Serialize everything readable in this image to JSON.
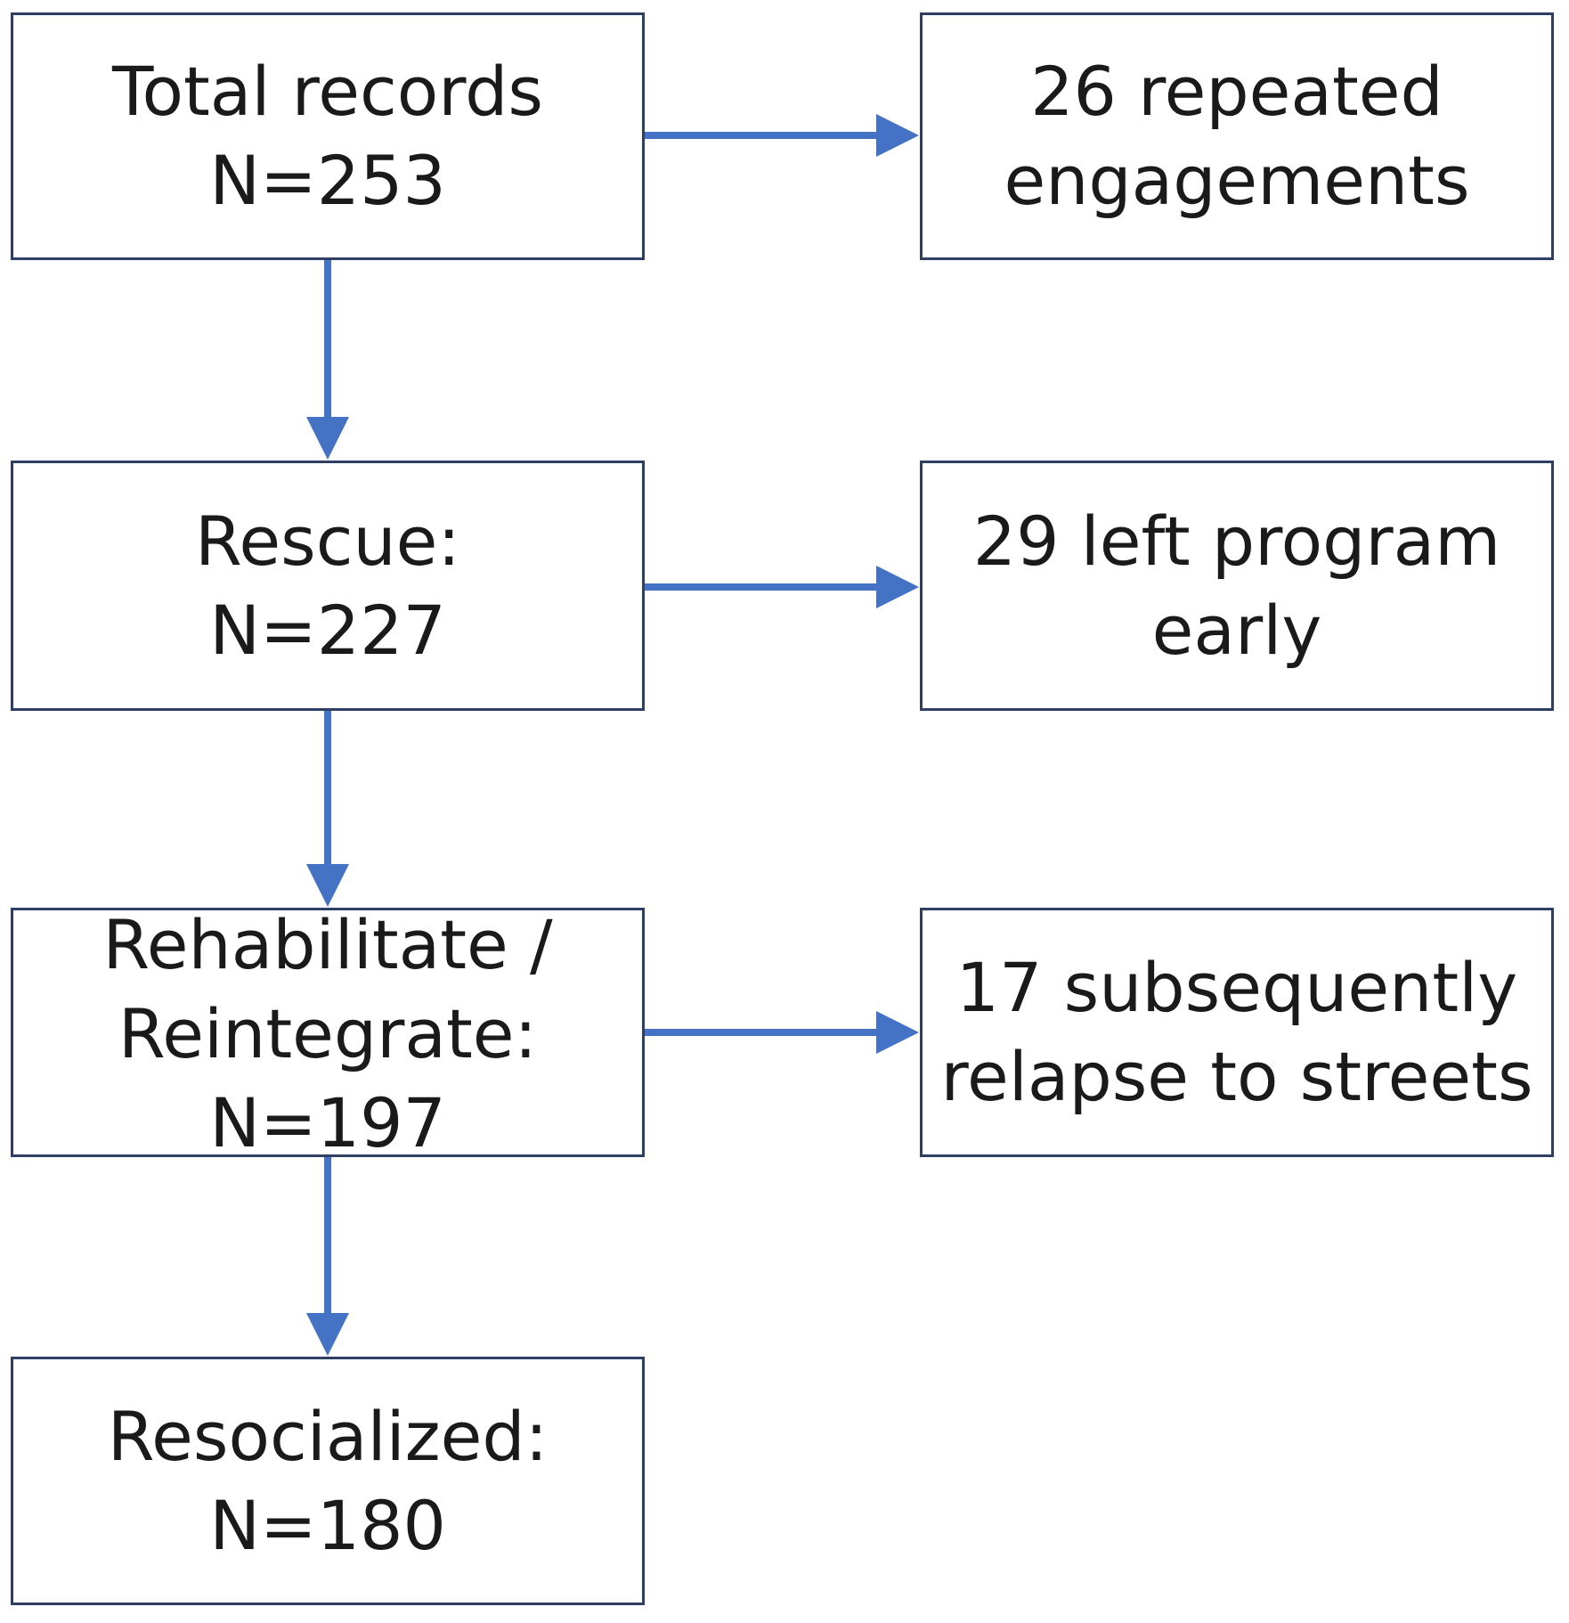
{
  "diagram": {
    "accent_color": "#4472c4",
    "border_color": "#2f3f63",
    "nodes": {
      "total_records": {
        "line1": "Total records",
        "line2": "N=253"
      },
      "repeated_engagements": {
        "line1": "26 repeated",
        "line2": "engagements"
      },
      "rescue": {
        "line1": "Rescue:",
        "line2": "N=227"
      },
      "left_program": {
        "line1": "29 left program",
        "line2": "early"
      },
      "rehabilitate": {
        "line1": "Rehabilitate /",
        "line2": "Reintegrate:",
        "line3": "N=197"
      },
      "relapse": {
        "line1": "17 subsequently",
        "line2": "relapse to streets"
      },
      "resocialized": {
        "line1": "Resocialized:",
        "line2": "N=180"
      }
    },
    "edges": [
      {
        "from": "total_records",
        "to": "repeated_engagements"
      },
      {
        "from": "total_records",
        "to": "rescue"
      },
      {
        "from": "rescue",
        "to": "left_program"
      },
      {
        "from": "rescue",
        "to": "rehabilitate"
      },
      {
        "from": "rehabilitate",
        "to": "relapse"
      },
      {
        "from": "rehabilitate",
        "to": "resocialized"
      }
    ]
  }
}
